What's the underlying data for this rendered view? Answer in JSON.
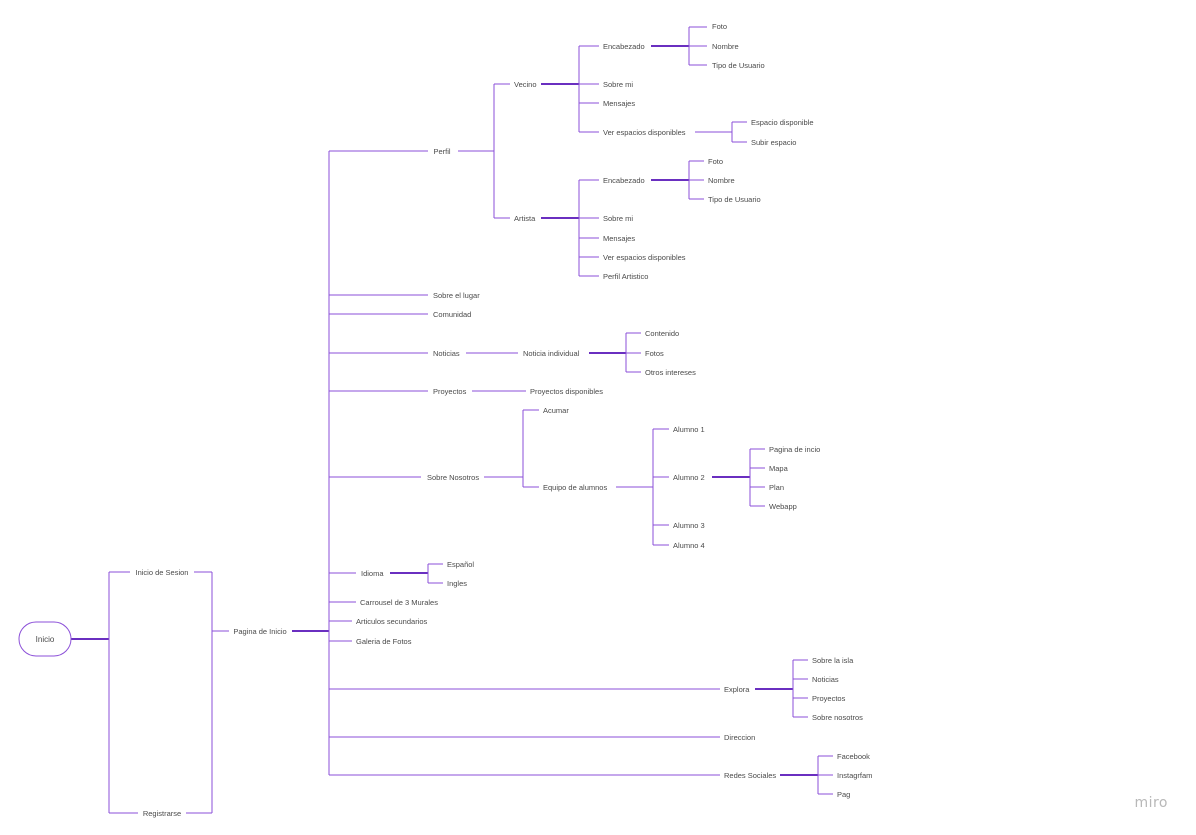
{
  "colors": {
    "line": "#8b4fd8",
    "line_dark": "#6a2fc0",
    "text": "#4a4a4a",
    "watermark": "#b8b8b8"
  },
  "watermark": "miro",
  "nodes": {
    "inicio": "Inicio",
    "inicio_sesion": "Inicio de Sesion",
    "registrarse": "Registrarse",
    "pagina_inicio": "Pagina de Inicio",
    "perfil": "Perfil",
    "vecino": "Vecino",
    "v_encabezado": "Encabezado",
    "v_foto": "Foto",
    "v_nombre": "Nombre",
    "v_tipo": "Tipo de Usuario",
    "v_sobre": "Sobre mi",
    "v_mensajes": "Mensajes",
    "v_ver_espacios": "Ver espacios disponibles",
    "espacio_disp": "Espacio disponible",
    "subir_espacio": "Subir espacio",
    "artista": "Artista",
    "a_encabezado": "Encabezado",
    "a_foto": "Foto",
    "a_nombre": "Nombre",
    "a_tipo": "Tipo de Usuario",
    "a_sobre": "Sobre mi",
    "a_mensajes": "Mensajes",
    "a_ver_espacios": "Ver espacios disponibles",
    "a_perfil_art": "Perfil Artistico",
    "sobre_lugar": "Sobre el lugar",
    "comunidad": "Comunidad",
    "noticias": "Noticias",
    "noticia_ind": "Noticia individual",
    "contenido": "Contenido",
    "fotos": "Fotos",
    "otros": "Otros intereses",
    "proyectos": "Proyectos",
    "proy_disp": "Proyectos disponibles",
    "sobre_nosotros": "Sobre Nosotros",
    "acumar": "Acumar",
    "equipo": "Equipo de alumnos",
    "alumno1": "Alumno 1",
    "alumno2": "Alumno 2",
    "alumno3": "Alumno 3",
    "alumno4": "Alumno 4",
    "pag_inicio2": "Pagina de incio",
    "mapa": "Mapa",
    "plan": "Plan",
    "webapp": "Webapp",
    "idioma": "Idioma",
    "espanol": "Español",
    "ingles": "Ingles",
    "carrousel": "Carrousel de 3 Murales",
    "articulos": "Articulos secundarios",
    "galeria": "Galeria de Fotos",
    "explora": "Explora",
    "sobre_isla": "Sobre la isla",
    "e_noticias": "Noticias",
    "e_proyectos": "Proyectos",
    "e_sobre_nosotros": "Sobre nosotros",
    "direccion": "Direccion",
    "redes": "Redes Sociales",
    "facebook": "Facebook",
    "instagram": "Instagrfam",
    "pag": "Pag"
  }
}
